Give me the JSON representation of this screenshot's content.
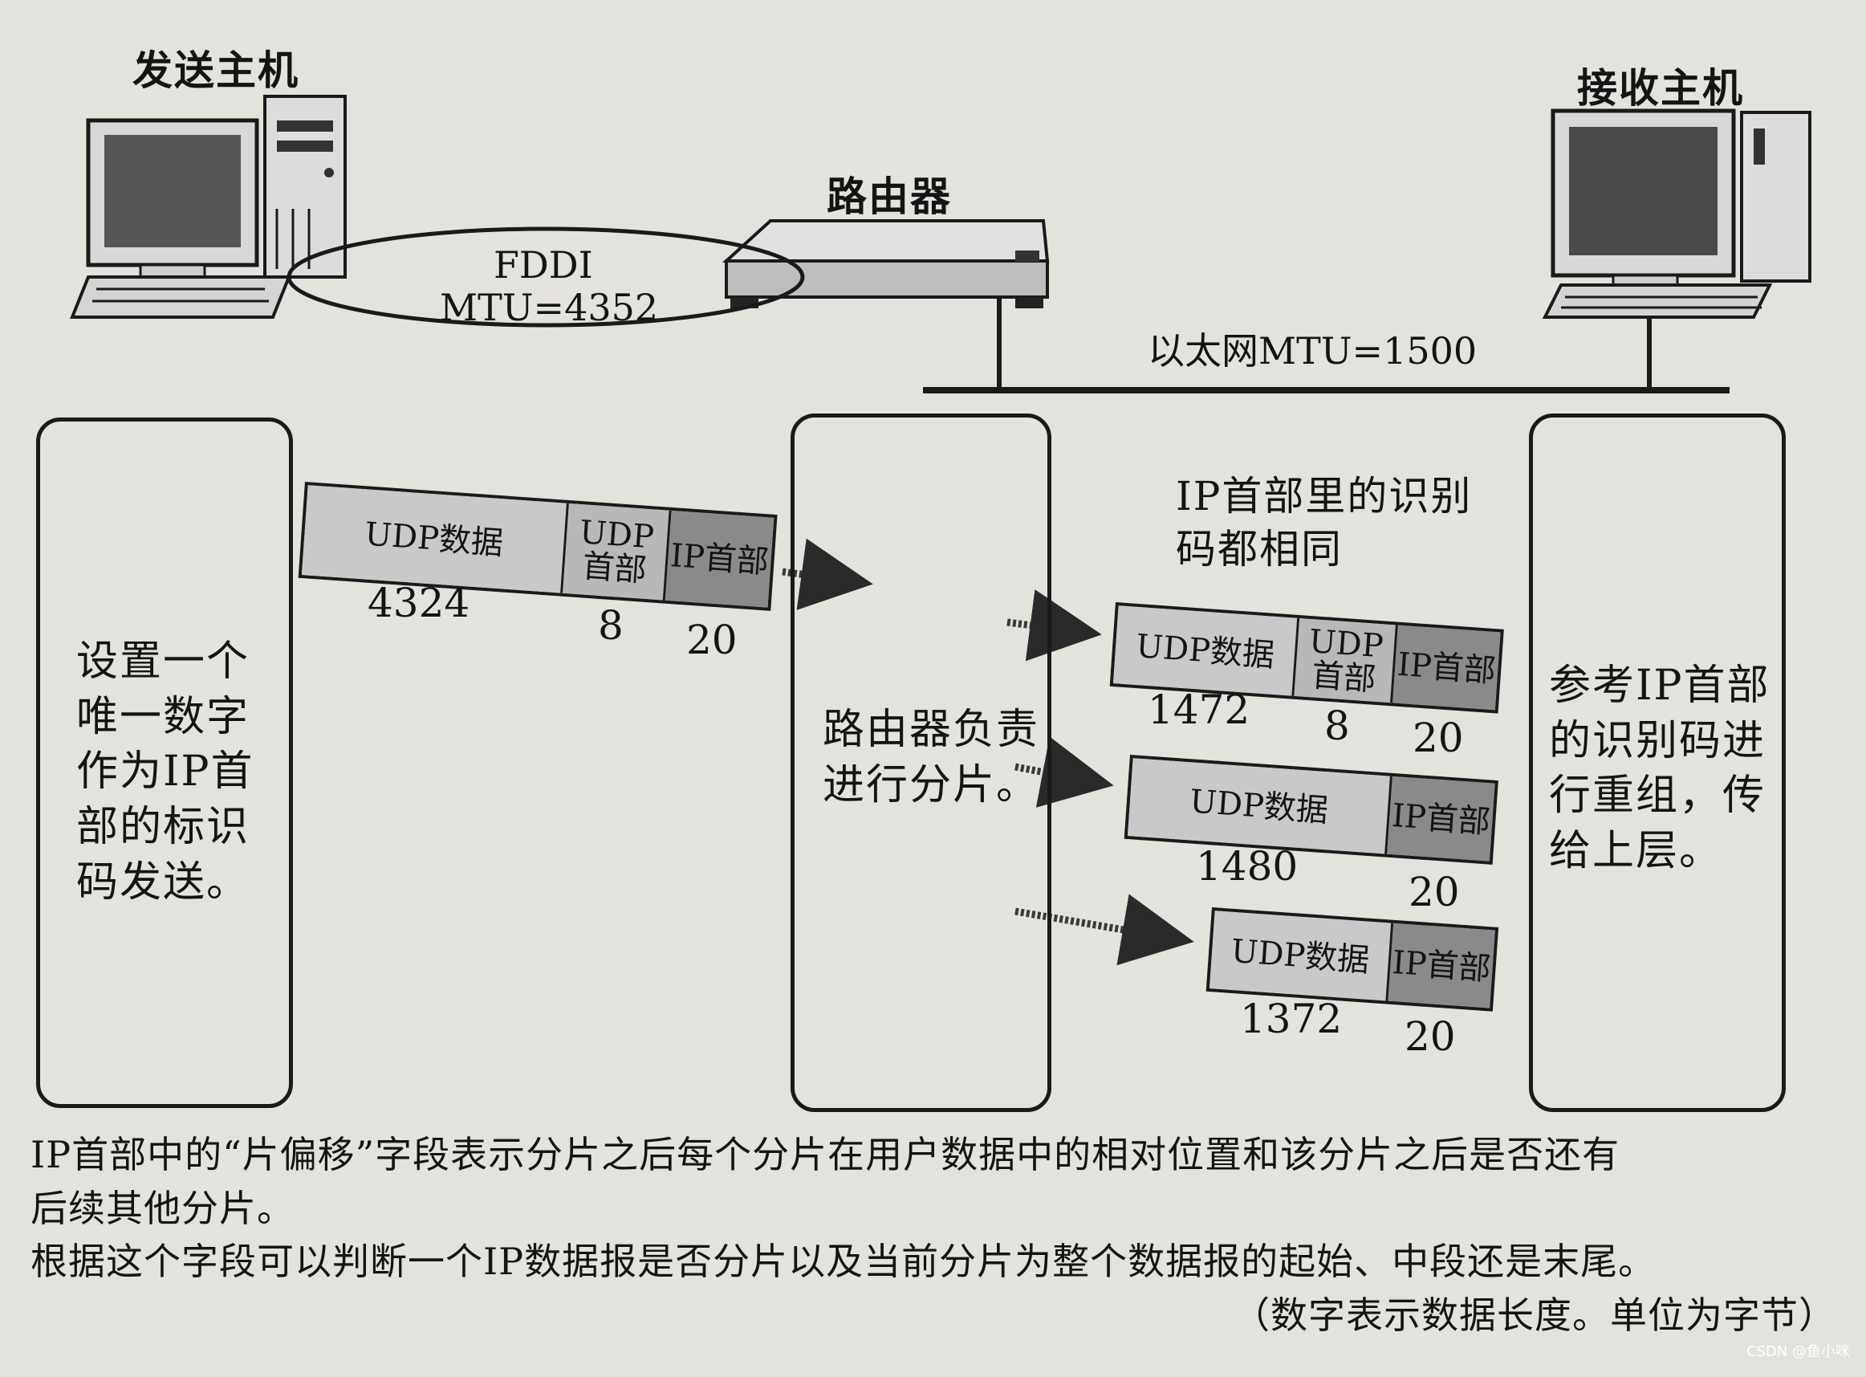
{
  "hosts": {
    "sender": "发送主机",
    "receiver": "接收主机",
    "router": "路由器"
  },
  "links": {
    "fddi_name": "FDDI",
    "fddi_mtu": "MTU=4352",
    "ethernet": "以太网MTU=1500"
  },
  "panels": {
    "sender": "设置一个唯一数字作为IP首部的标识码发送。",
    "router": "路由器负责进行分片。",
    "receiver": "参考IP首部的识别码进行重组，传给上层。"
  },
  "note": "IP首部里的识别码都相同",
  "original_packet": {
    "data_label": "UDP数据",
    "udp_header_label": "UDP首部",
    "ip_header_label": "IP首部",
    "data_size": "4324",
    "udp_header_size": "8",
    "ip_header_size": "20"
  },
  "fragments": [
    {
      "data_label": "UDP数据",
      "udp_header_label": "UDP首部",
      "ip_header_label": "IP首部",
      "data_size": "1472",
      "udp_header_size": "8",
      "ip_header_size": "20"
    },
    {
      "data_label": "UDP数据",
      "ip_header_label": "IP首部",
      "data_size": "1480",
      "ip_header_size": "20"
    },
    {
      "data_label": "UDP数据",
      "ip_header_label": "IP首部",
      "data_size": "1372",
      "ip_header_size": "20"
    }
  ],
  "caption": {
    "line1": "IP首部中的“片偏移”字段表示分片之后每个分片在用户数据中的相对位置和该分片之后是否还有",
    "line2": "后续其他分片。",
    "line3": "根据这个字段可以判断一个IP数据报是否分片以及当前分片为整个数据报的起始、中段还是末尾。",
    "line4": "（数字表示数据长度。单位为字节）"
  },
  "watermark": "CSDN @鱼小咪",
  "icons": [
    "computer-icon",
    "router-icon",
    "arrow-icon"
  ]
}
